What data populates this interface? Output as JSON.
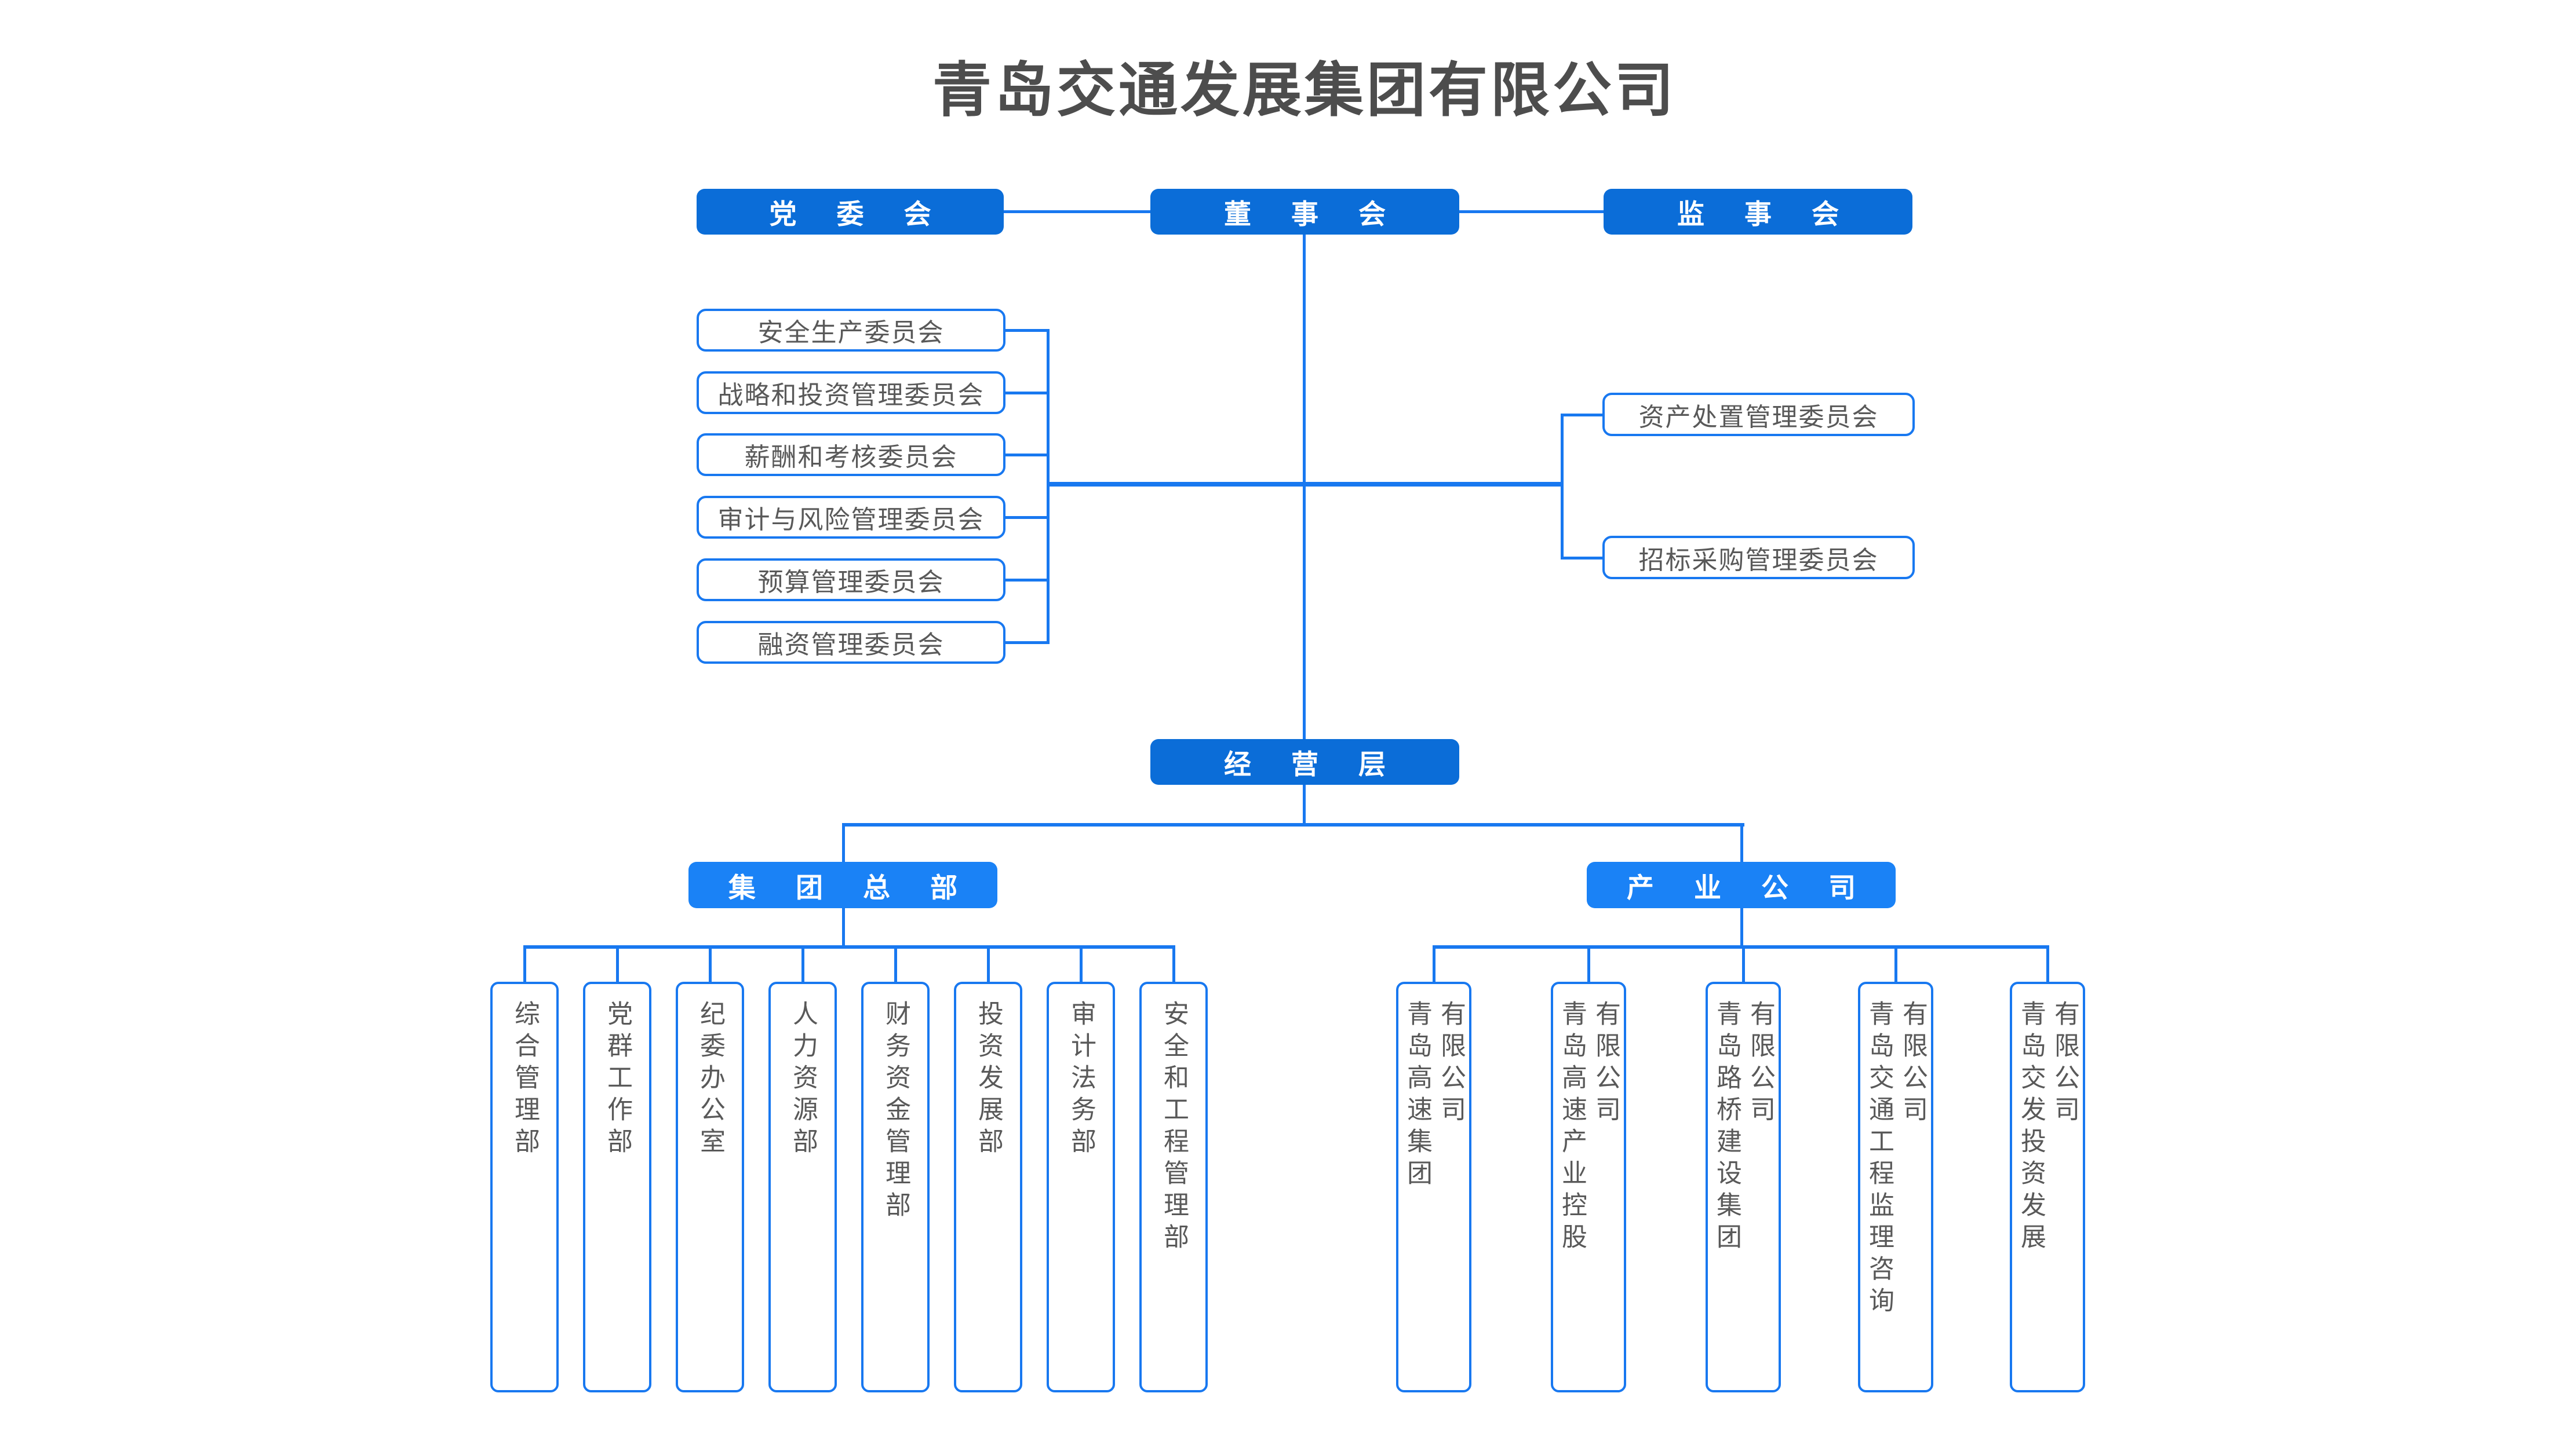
{
  "title": "青岛交通发展集团有限公司",
  "colors": {
    "box_dark_blue": "#0b6dd8",
    "box_bright_blue": "#1a82f6",
    "line_blue": "#1878f0",
    "text_gray": "#595959",
    "title_gray": "#4d4d4d",
    "background": "#ffffff"
  },
  "top_row": [
    {
      "label": "党 委 会"
    },
    {
      "label": "董 事 会"
    },
    {
      "label": "监 事 会"
    }
  ],
  "committees_left": [
    "安全生产委员会",
    "战略和投资管理委员会",
    "薪酬和考核委员会",
    "审计与风险管理委员会",
    "预算管理委员会",
    "融资管理委员会"
  ],
  "committees_right": [
    "资产处置管理委员会",
    "招标采购管理委员会"
  ],
  "management": {
    "label": "经 营 层"
  },
  "divisions": [
    {
      "label": "集 团 总 部"
    },
    {
      "label": "产 业 公 司"
    }
  ],
  "departments": [
    "综合管理部",
    "党群工作部",
    "纪委办公室",
    "人力资源部",
    "财务资金管理部",
    "投资发展部",
    "审计法务部",
    "安全和工程管理部"
  ],
  "companies": [
    {
      "name": "青岛高速集团",
      "suffix": "有限公司"
    },
    {
      "name": "青岛高速产业控股",
      "suffix": "有限公司"
    },
    {
      "name": "青岛路桥建设集团",
      "suffix": "有限公司"
    },
    {
      "name": "青岛交通工程监理咨询",
      "suffix": "有限公司"
    },
    {
      "name": "青岛交发投资发展",
      "suffix": "有限公司"
    }
  ]
}
